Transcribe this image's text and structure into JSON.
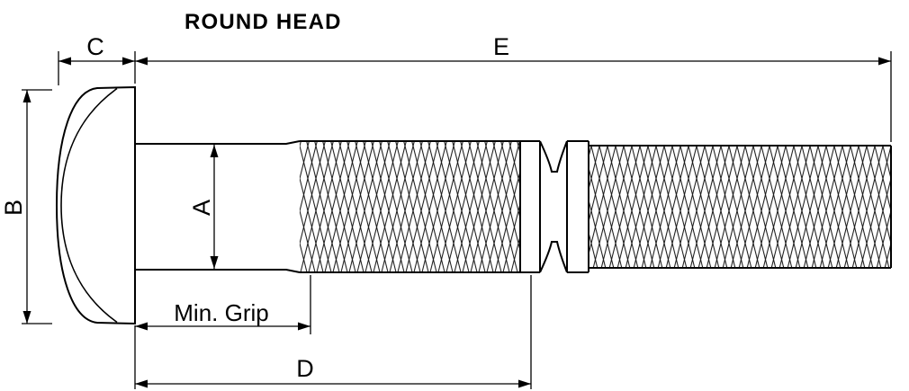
{
  "drawing": {
    "title": "ROUND HEAD",
    "labels": {
      "head_width": "C",
      "overall_length": "E",
      "head_diameter": "B",
      "shank_diameter": "A",
      "min_grip": "Min. Grip",
      "body_length": "D"
    },
    "colors": {
      "line": "#000000",
      "background": "#ffffff"
    }
  }
}
